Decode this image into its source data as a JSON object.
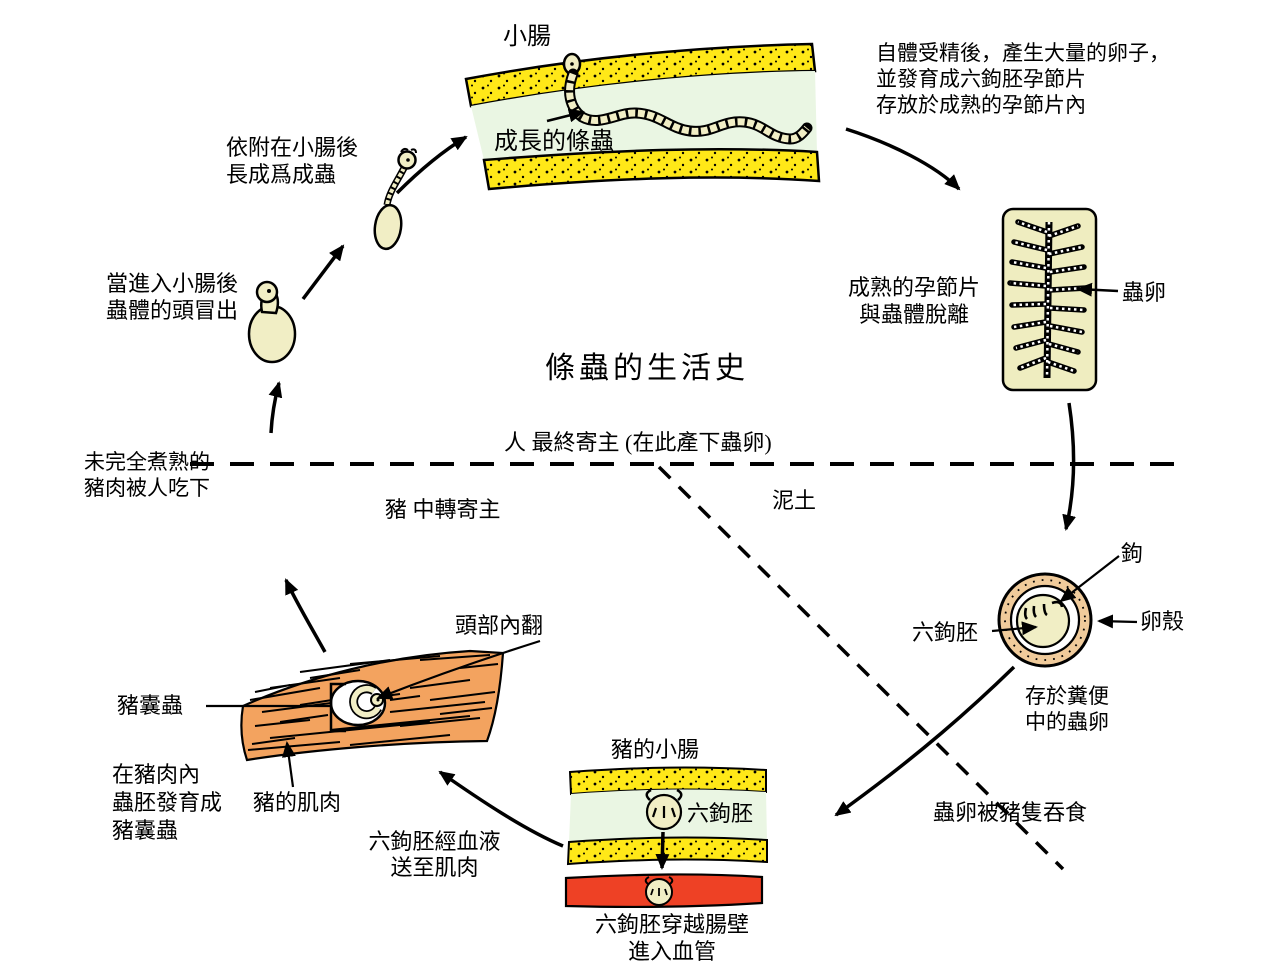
{
  "title": "條蟲的生活史",
  "colors": {
    "intestine_wall": "#FFE818",
    "intestine_lumen": "#EAF6E3",
    "worm_cream": "#F1EEC5",
    "proglottid_fill": "#EFEDC0",
    "egg_shell": "#F0CB9B",
    "muscle": "#F3A35F",
    "blood_vessel": "#EE4125"
  },
  "boundary": {
    "human_host": "人 最終寄主 (在此產下蟲卵)",
    "pig_host": "豬 中轉寄主",
    "soil": "泥土"
  },
  "stages": {
    "intestine": {
      "label": "小腸",
      "worm": "成長的條蟲"
    },
    "self_fertilization": {
      "line1": "自體受精後，產生大量的卵子，",
      "line2": "並發育成六鉤胚孕節片",
      "line3": "存放於成熟的孕節片內"
    },
    "proglottid": {
      "line1": "成熟的孕節片",
      "line2": "與蟲體脫離",
      "egg_label": "蟲卵"
    },
    "egg": {
      "hook": "鉤",
      "shell": "卵殼",
      "embryo": "六鉤胚",
      "note_line1": "存於糞便",
      "note_line2": "中的蟲卵"
    },
    "swallowed": {
      "label": "蟲卵被豬隻吞食"
    },
    "pig_gut": {
      "label": "豬的小腸",
      "embryo": "六鉤胚",
      "note_line1": "六鉤胚穿越腸壁",
      "note_line2": "進入血管"
    },
    "to_muscle": {
      "line1": "六鉤胚經血液",
      "line2": "送至肌肉"
    },
    "muscle": {
      "head_inverted": "頭部內翻",
      "cysticercus": "豬囊蟲",
      "develop_line1": "在豬肉內",
      "develop_line2": "蟲胚發育成",
      "develop_line3": "豬囊蟲",
      "pig_muscle": "豬的肌肉"
    },
    "eaten": {
      "line1": "未完全煮熟的",
      "line2": "豬肉被人吃下"
    },
    "head_emerge": {
      "line1": "當進入小腸後",
      "line2": "蟲體的頭冒出"
    },
    "attach": {
      "line1": "依附在小腸後",
      "line2": "長成爲成蟲"
    }
  }
}
